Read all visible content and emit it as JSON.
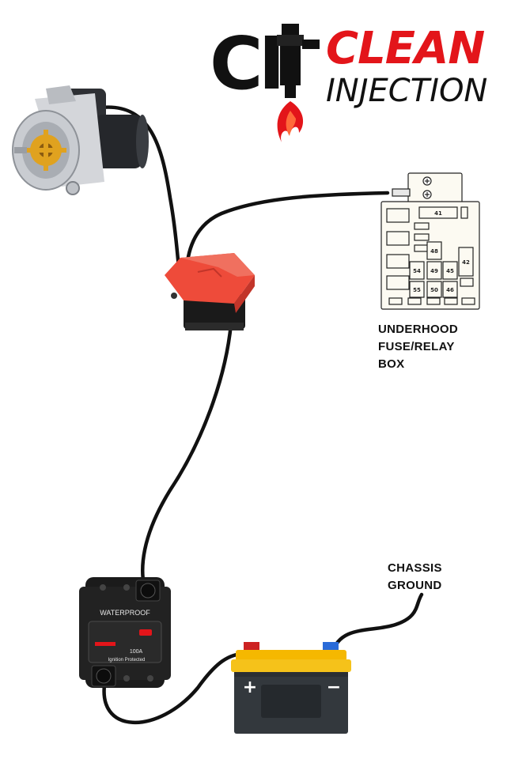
{
  "logo": {
    "letters": "CI",
    "line1": "CLEAN",
    "line2": "INJECTION"
  },
  "fuse_box": {
    "label_lines": [
      "UNDERHOOD",
      "FUSE/RELAY",
      "BOX"
    ],
    "fuse_numbers": [
      "41",
      "48",
      "42",
      "54",
      "49",
      "45",
      "55",
      "50",
      "46"
    ]
  },
  "breaker": {
    "label_top": "WATERPROOF",
    "rating": "100A",
    "label_bottom": "Ignition Protected"
  },
  "battery": {
    "positive": "+",
    "negative": "−"
  },
  "ground": {
    "label_lines": [
      "CHASSIS",
      "GROUND"
    ]
  },
  "colors": {
    "wire": "#111111",
    "brand_red": "#e3151a",
    "switch_red": "#ee4b3a",
    "battery_yellow": "#f5b800",
    "battery_body": "#33383d"
  }
}
